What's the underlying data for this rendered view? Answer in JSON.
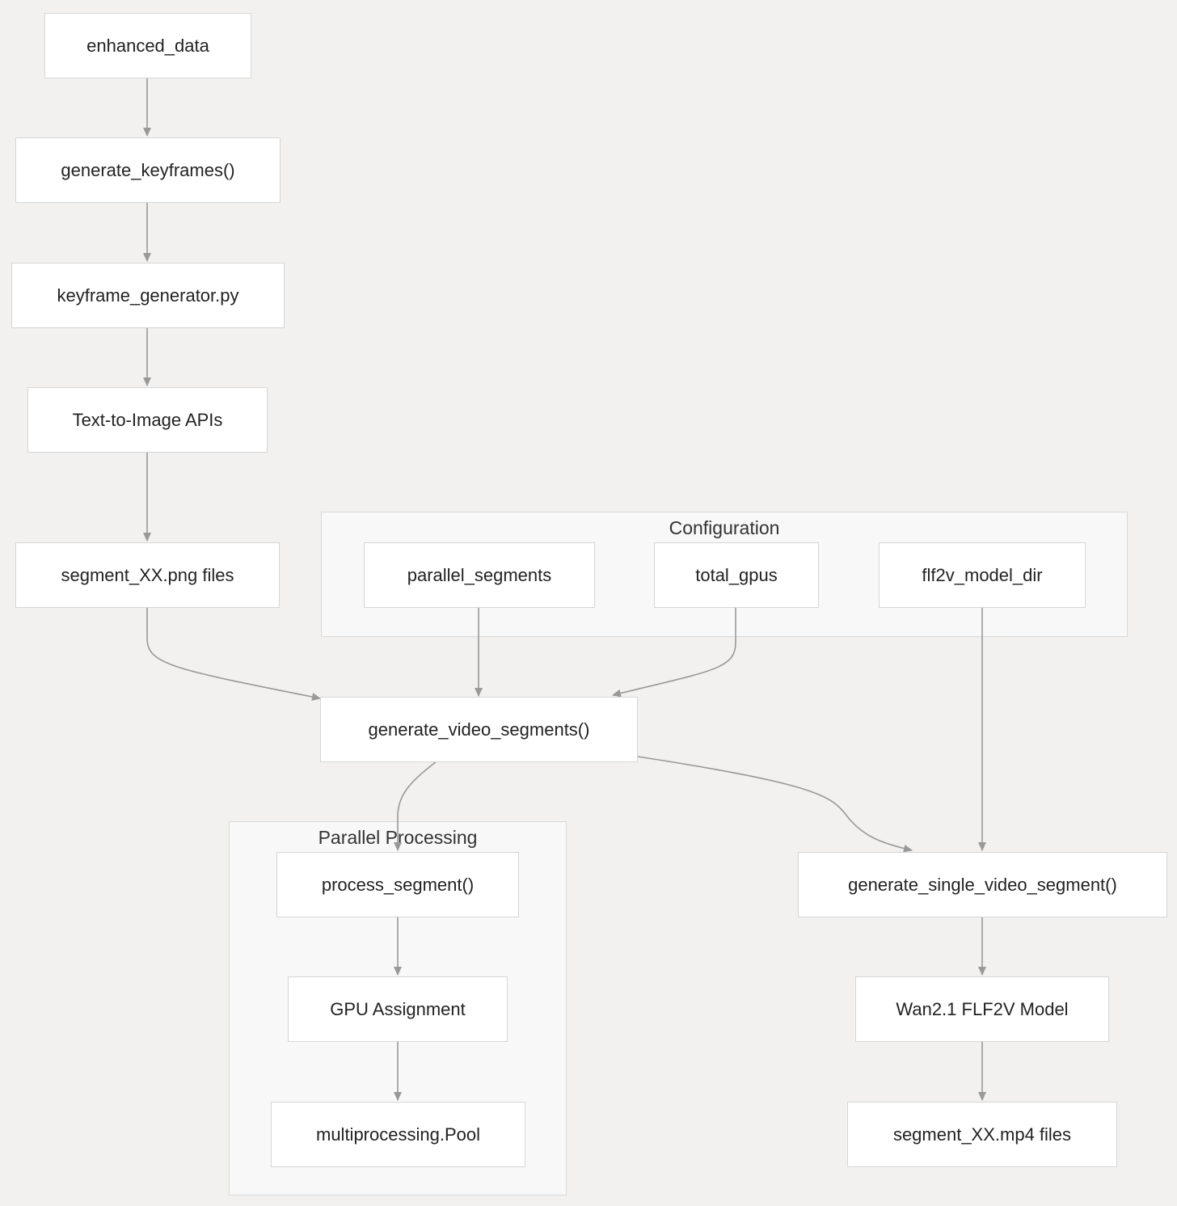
{
  "colors": {
    "background": "#f2f1f0",
    "node_fill": "#ffffff",
    "node_border": "#d6d6d6",
    "group_fill": "#f8f8f8",
    "edge": "#999999",
    "text": "#222222"
  },
  "groups": {
    "configuration": {
      "label": "Configuration"
    },
    "parallel_processing": {
      "label": "Parallel Processing"
    }
  },
  "nodes": {
    "enhanced_data": "enhanced_data",
    "generate_keyframes": "generate_keyframes()",
    "keyframe_generator": "keyframe_generator.py",
    "text_to_image_apis": "Text-to-Image APIs",
    "segment_png_files": "segment_XX.png files",
    "parallel_segments": "parallel_segments",
    "total_gpus": "total_gpus",
    "flf2v_model_dir": "flf2v_model_dir",
    "generate_video_segments": "generate_video_segments()",
    "process_segment": "process_segment()",
    "gpu_assignment": "GPU Assignment",
    "multiprocessing_pool": "multiprocessing.Pool",
    "generate_single_video_segment": "generate_single_video_segment()",
    "wan21_flf2v_model": "Wan2.1 FLF2V Model",
    "segment_mp4_files": "segment_XX.mp4 files"
  },
  "edges": [
    {
      "from": "enhanced_data",
      "to": "generate_keyframes"
    },
    {
      "from": "generate_keyframes",
      "to": "keyframe_generator"
    },
    {
      "from": "keyframe_generator",
      "to": "text_to_image_apis"
    },
    {
      "from": "text_to_image_apis",
      "to": "segment_png_files"
    },
    {
      "from": "segment_png_files",
      "to": "generate_video_segments"
    },
    {
      "from": "parallel_segments",
      "to": "generate_video_segments"
    },
    {
      "from": "total_gpus",
      "to": "generate_video_segments"
    },
    {
      "from": "generate_video_segments",
      "to": "process_segment"
    },
    {
      "from": "generate_video_segments",
      "to": "generate_single_video_segment"
    },
    {
      "from": "flf2v_model_dir",
      "to": "generate_single_video_segment"
    },
    {
      "from": "process_segment",
      "to": "gpu_assignment"
    },
    {
      "from": "gpu_assignment",
      "to": "multiprocessing_pool"
    },
    {
      "from": "generate_single_video_segment",
      "to": "wan21_flf2v_model"
    },
    {
      "from": "wan21_flf2v_model",
      "to": "segment_mp4_files"
    }
  ]
}
